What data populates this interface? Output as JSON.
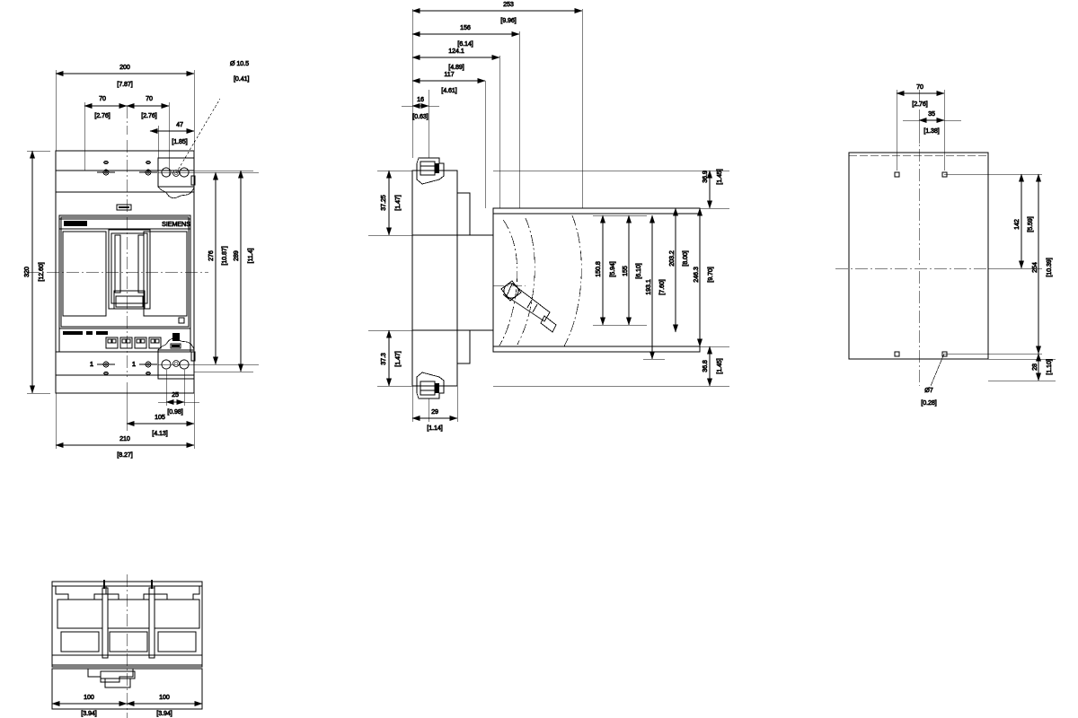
{
  "drawing": {
    "type": "technical-mechanical-drawing",
    "subject": "Molded case circuit breaker — outline dimension drawing",
    "units_note": "Dimensions in millimeters, bracketed values in inches",
    "views": [
      {
        "id": "front-view",
        "name": "Front view"
      },
      {
        "id": "side-view",
        "name": "Side view"
      },
      {
        "id": "mounting-view",
        "name": "Mounting / drilling pattern view"
      },
      {
        "id": "bottom-view",
        "name": "Bottom terminal view"
      }
    ]
  },
  "front_view": {
    "dims": {
      "width_overall_mm": "200",
      "width_overall_in": "[7.87]",
      "pole_pitch_left_mm": "70",
      "pole_pitch_left_in": "[2.76]",
      "pole_pitch_right_mm": "70",
      "pole_pitch_right_in": "[2.76]",
      "terminal_offset_mm": "47",
      "terminal_offset_in": "[1.85]",
      "hole_dia_label": "Ø 10.5",
      "hole_dia_in": "[0.41]",
      "height_overall_mm": "320",
      "height_overall_in": "[12.60]",
      "height_276_mm": "276",
      "height_276_in": "[10.87]",
      "height_289_mm": "289",
      "height_289_in": "[11.4]",
      "lug_25_mm": "25",
      "lug_25_in": "[0.98]",
      "lug_105_mm": "105",
      "lug_105_in": "[4.13]",
      "depth_210_mm": "210",
      "depth_210_in": "[8.27]"
    },
    "label_brand": "SIEMENS"
  },
  "side_view": {
    "dims": {
      "d_253_mm": "253",
      "d_253_in": "[9.96]",
      "d_156_mm": "156",
      "d_156_in": "[6.14]",
      "d_124_mm": "124.1",
      "d_124_in": "[4.89]",
      "d_117_mm": "117",
      "d_117_in": "[4.61]",
      "d_16_mm": "16",
      "d_16_in": "[0.63]",
      "d_3725_mm": "37.25",
      "d_3725_in": "[1.47]",
      "d_373_mm": "37.3",
      "d_373_in": "[1.47]",
      "d_29_mm": "29",
      "d_29_in": "[1.14]",
      "d_369_mm": "36.9",
      "d_369_in": "[1.45]",
      "d_368_mm": "36.8",
      "d_368_in": "[1.45]",
      "d_1508_mm": "150.8",
      "d_1508_in": "[5.94]",
      "d_155_mm": "155",
      "d_155_in": "[6.10]",
      "d_1931_mm": "193.1",
      "d_1931_in": "[7.60]",
      "d_2032_mm": "203.2",
      "d_2032_in": "[8.00]",
      "d_2463_mm": "246.3",
      "d_2463_in": "[9.70]"
    }
  },
  "mounting_view": {
    "dims": {
      "m_70_mm": "70",
      "m_70_in": "[2.76]",
      "m_35_mm": "35",
      "m_35_in": "[1.38]",
      "m_142_mm": "142",
      "m_142_in": "[5.59]",
      "m_254_mm": "254",
      "m_254_in": "[10.39]",
      "m_28_mm": "28",
      "m_28_in": "[1.10]",
      "hole_dia_label": "Ø7",
      "hole_dia_in": "[0.28]"
    }
  },
  "bottom_view": {
    "dims": {
      "b_left_mm": "100",
      "b_left_in": "[3.94]",
      "b_right_mm": "100",
      "b_right_in": "[3.94]"
    }
  }
}
